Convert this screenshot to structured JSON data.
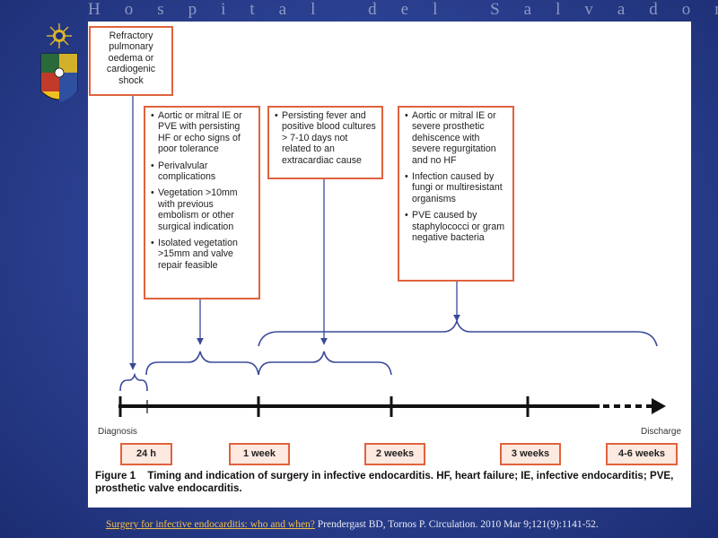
{
  "slide": {
    "header": "Hospital del Salvador",
    "citation_link": "Surgery for infective endocarditis: who and when?",
    "citation_text": " Prendergast BD, Tornos P. Circulation. 2010 Mar 9;121(9):1141-52."
  },
  "figure": {
    "box_first": "Refractory pulmonary oedema or cardiogenic shock",
    "box_early": [
      "Aortic or mitral IE or PVE with persisting HF or echo signs of poor tolerance",
      "Perivalvular complications",
      "Vegetation >10mm with previous embolism or other surgical indication",
      "Isolated vegetation >15mm and valve repair feasible"
    ],
    "box_fever": [
      "Persisting fever and positive blood cultures > 7-10 days not related to an extracardiac cause"
    ],
    "box_late": [
      "Aortic or mitral IE or severe prosthetic dehiscence with severe regurgitation and no HF",
      "Infection caused by fungi or multiresistant organisms",
      "PVE caused by staphylococci or gram negative bacteria"
    ],
    "axis_start": "Diagnosis",
    "axis_end": "Discharge",
    "timeline": [
      "24 h",
      "1 week",
      "2 weeks",
      "3 weeks",
      "4-6 weeks"
    ],
    "caption_label": "Figure 1",
    "caption_text": "Timing and indication of surgery in infective endocarditis. HF, heart failure; IE, infective endocarditis; PVE, prosthetic valve endocarditis."
  },
  "colors": {
    "box_border": "#e0623e",
    "timeline_fill": "#fde9df",
    "arrow": "#3a4a9a",
    "background": "#2a3f8f"
  }
}
